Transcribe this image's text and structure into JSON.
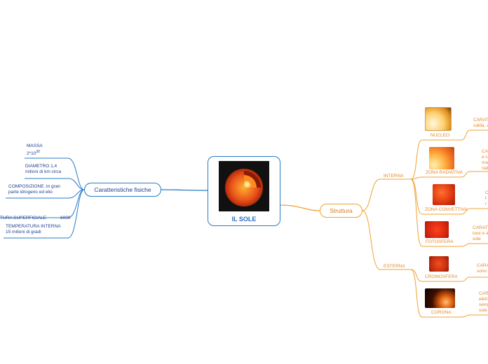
{
  "central": {
    "title": "IL SOLE",
    "image_icon": "sun-cross-section-image"
  },
  "left_topic": {
    "label": "Caratteristiche fisiche",
    "items": [
      {
        "lines": [
          "MASSA",
          "2*10"
        ],
        "sup": "30"
      },
      {
        "lines": [
          "DIAMETRO 1,4",
          "milioni di km circa"
        ]
      },
      {
        "lines": [
          "COMPOSIZIONE :in gran",
          "parte idrogeno ed elio"
        ]
      },
      {
        "lines": [
          "TURA SUPERFICIALE           6000"
        ]
      },
      {
        "lines": [
          "TEMPERATURA INTERNA",
          "15 milioni di  gradi"
        ]
      }
    ]
  },
  "right_topic": {
    "label": "Struttura",
    "interna": {
      "label": "INTERNA",
      "layers": [
        {
          "name": "NUCLEO",
          "desc": [
            "CARATT",
            "calda, a"
          ]
        },
        {
          "name": "ZONA RADIATIVA",
          "desc": [
            "CA",
            "e c",
            "ma",
            "rad"
          ]
        },
        {
          "name": "ZONA CONVETTIVA",
          "desc": [
            "C",
            "t",
            "r"
          ]
        },
        {
          "name": "FOTOSFERA",
          "desc": [
            "CARATT",
            "luce e al",
            "sole"
          ]
        }
      ]
    },
    "esterna": {
      "label": "ESTERNA",
      "layers": [
        {
          "name": "CROMOSFERA",
          "desc": [
            "CARAT",
            "sono v"
          ]
        },
        {
          "name": "CORONA",
          "desc": [
            "CAR",
            "elett",
            "semp",
            "sole"
          ]
        }
      ]
    }
  },
  "colors": {
    "blue": "#2a7bc4",
    "dark_blue": "#1f3f8f",
    "orange": "#f0a030"
  }
}
